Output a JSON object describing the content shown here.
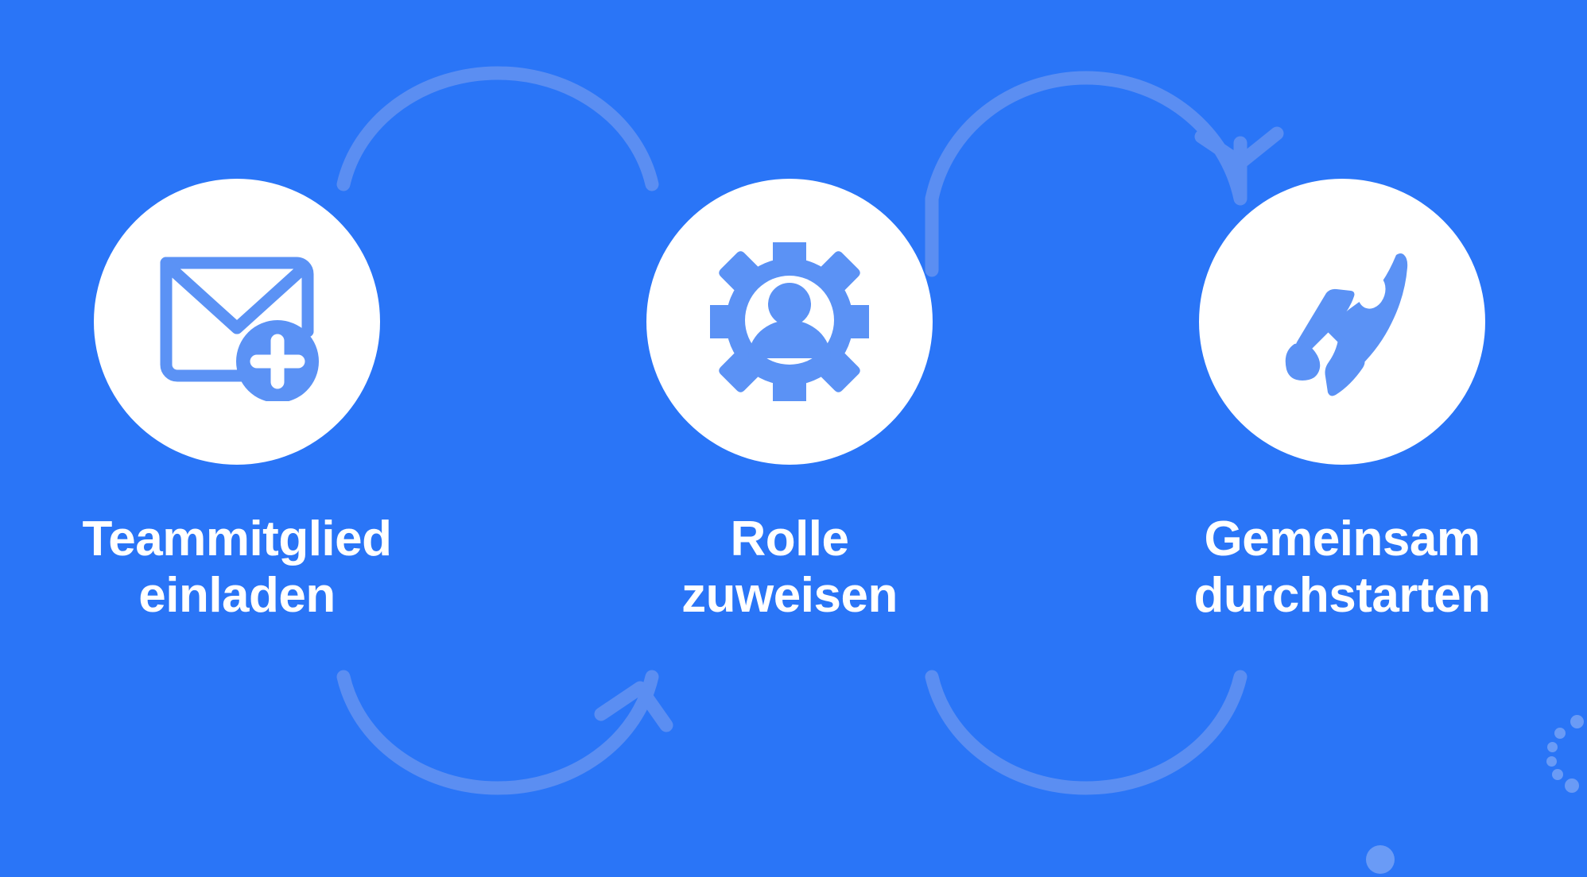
{
  "background": {
    "color": "#2a75f7",
    "badge_color": "#ffffff",
    "icon_color": "#5b92f5",
    "arc_color": "#5b8ef2",
    "text_color": "#ffffff"
  },
  "steps": [
    {
      "index": "1",
      "icon": "envelope-add-icon",
      "label": "Teammitglied\neinladen",
      "label_line_1": "Teammitglied",
      "label_line_2": "einladen"
    },
    {
      "index": "2",
      "icon": "gear-user-icon",
      "label": "Rolle\nzuweisen",
      "label_line_1": "Rolle",
      "label_line_2": "zuweisen"
    },
    {
      "index": "3",
      "icon": "rocket-icon",
      "label": "Gemeinsam\ndurchstarten",
      "label_line_1": "Gemeinsam",
      "label_line_2": "durchstarten"
    }
  ],
  "connectors": [
    {
      "name": "arc-top-left",
      "position": "top",
      "has_arrowhead": false
    },
    {
      "name": "arc-top-right",
      "position": "top",
      "has_arrowhead": true
    },
    {
      "name": "arc-bottom-left",
      "position": "bottom",
      "has_arrowhead": true
    },
    {
      "name": "arc-bottom-right",
      "position": "bottom",
      "has_arrowhead": false
    }
  ],
  "decorations": {
    "dot_cluster_label": "decorative-dots",
    "dot_color": "#6a9bf6"
  }
}
